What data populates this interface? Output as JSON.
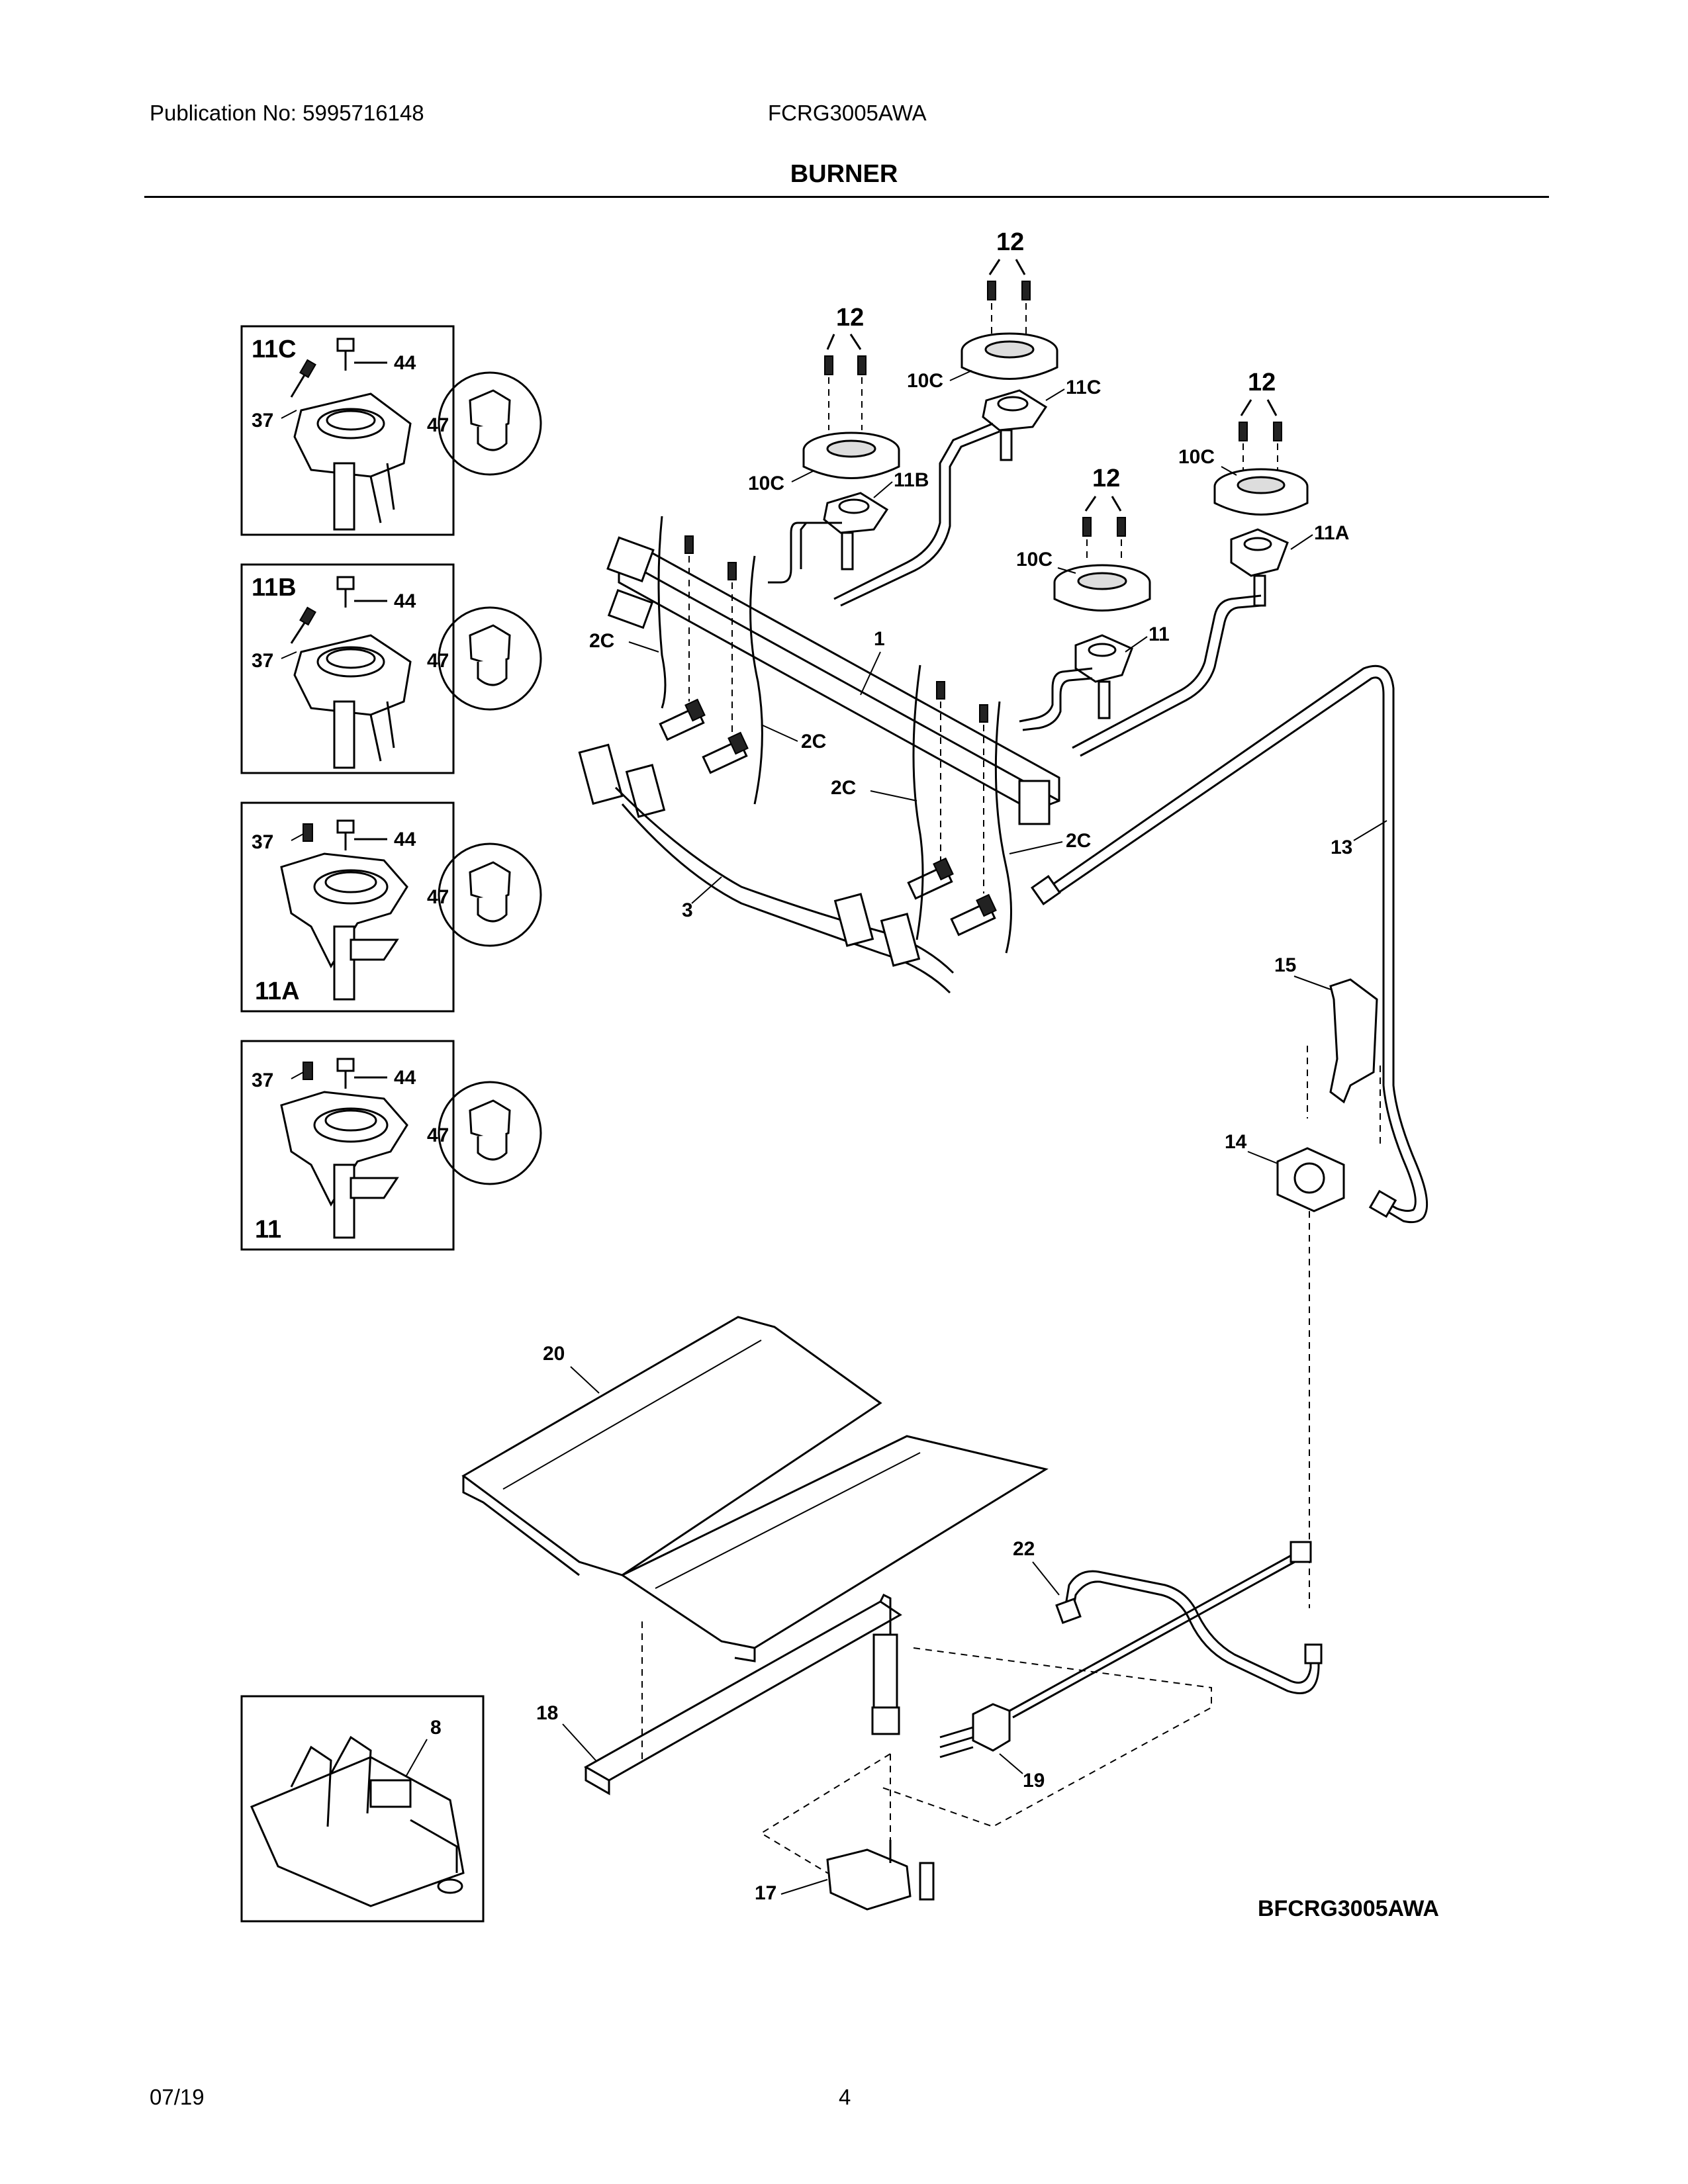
{
  "header": {
    "publication": "Publication No: 5995716148",
    "model": "FCRG3005AWA",
    "section_title": "BURNER"
  },
  "footer": {
    "date": "07/19",
    "page_number": "4"
  },
  "diagram_code": "BFCRG3005AWA",
  "insets": [
    {
      "id": "11C",
      "screw": "37",
      "cap": "44",
      "orifice": "47"
    },
    {
      "id": "11B",
      "screw": "37",
      "cap": "44",
      "orifice": "47"
    },
    {
      "id": "11A",
      "screw": "37",
      "cap": "44",
      "orifice": "47"
    },
    {
      "id": "11",
      "screw": "37",
      "cap": "44",
      "orifice": "47"
    }
  ],
  "callouts": {
    "screws": "12",
    "burner_cap": "10C",
    "head_11c": "11C",
    "head_11b": "11B",
    "head_11a": "11A",
    "head_11": "11",
    "manifold_bracket": "1",
    "wire": "2C",
    "manifold": "3",
    "tube": "13",
    "bracket": "15",
    "regulator": "14",
    "shield": "20",
    "oven_tube": "22",
    "oven_burner": "18",
    "igniter": "19",
    "valve": "17",
    "module": "8"
  }
}
